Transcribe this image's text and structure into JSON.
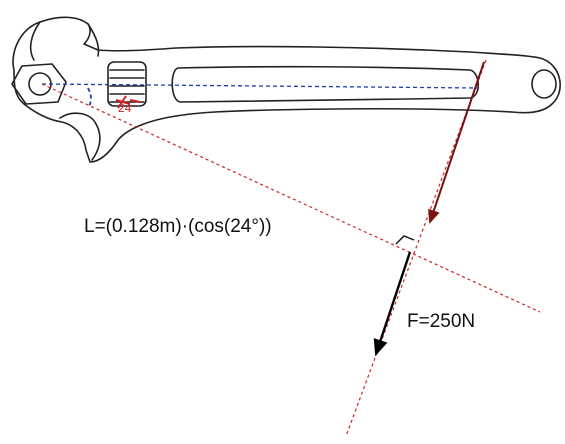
{
  "labels": {
    "lever_arm": "L=(0.128m)·(cos(24°))",
    "force": "F=250N",
    "angle_mark": "24"
  },
  "colors": {
    "outline": "#222222",
    "red_line": "#d42020",
    "blue_line": "#1a3fb0",
    "force_arrow": "#000000",
    "applied_arrow": "#7a1212"
  }
}
